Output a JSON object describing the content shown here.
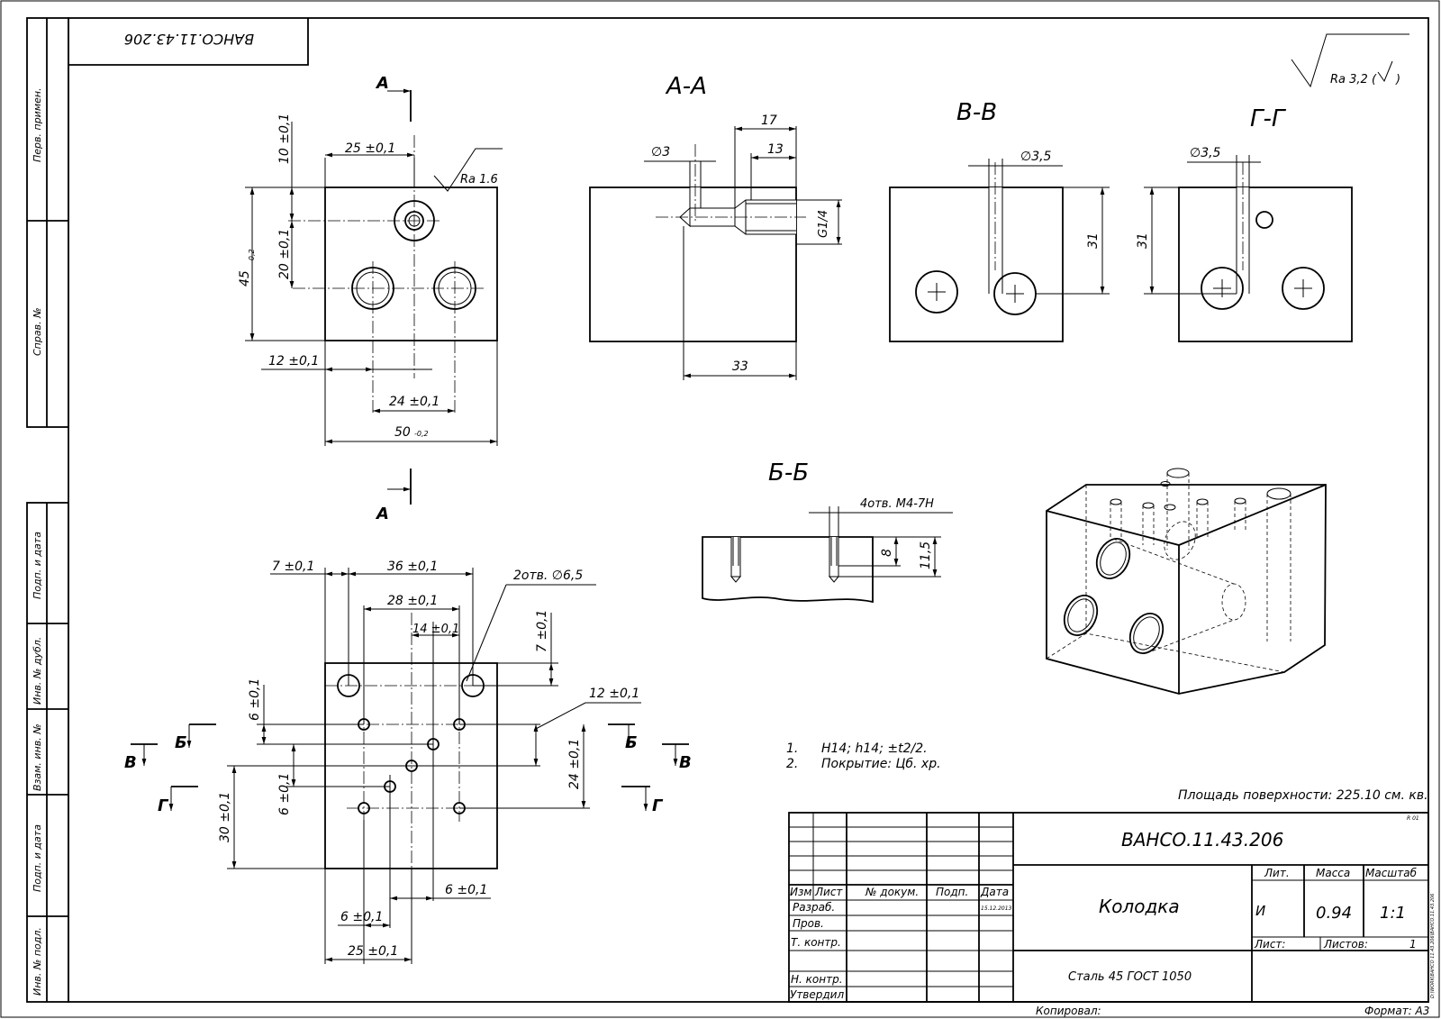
{
  "stamp": {
    "designation": "ВАНСО.11.43.206",
    "designation_mirrored": "ВАНСО.11.43.206",
    "name": "Колодка",
    "material": "Сталь 45 ГОСТ 1050",
    "headers": {
      "lit": "Лит.",
      "mass": "Масса",
      "scale": "Масштаб"
    },
    "lit_value": "И",
    "mass_value": "0.94",
    "scale_value": "1:1",
    "sheet_label": "Лист:",
    "sheets_label": "Листов:",
    "sheets_value": "1",
    "cols": {
      "izm": "Изм",
      "list": "Лист",
      "doc": "№ докум.",
      "sign": "Подп.",
      "date": "Дата"
    },
    "roles": [
      "Разраб.",
      "Пров.",
      "Т. контр.",
      "Н. контр.",
      "Утвердил"
    ],
    "date_value": "15.12.2013",
    "revision": "R 01",
    "copied": "Копировал:",
    "format": "Формат: А3"
  },
  "side_labels": [
    "Перв. примен.",
    "Справ. №",
    "Подп. и дата",
    "Инв. № дубл.",
    "Взам. инв. №",
    "Подп. и дата",
    "Инв. № подл."
  ],
  "roughness": {
    "global": "Ra 3,2 (",
    "global_close": ")",
    "surface": "Ra 1.6"
  },
  "section_titles": {
    "aa": "А-А",
    "vv": "В-В",
    "gg": "Г-Г",
    "bb": "Б-Б"
  },
  "cut_letters": {
    "a": "А",
    "b": "Б",
    "v": "В",
    "g": "Г"
  },
  "dims_top": {
    "d25": "25 ±0,1",
    "d10": "10 ±0,1",
    "d20": "20 ±0,1",
    "d45": "45",
    "d45tol": "-0,2",
    "d12": "12 ±0,1",
    "d24": "24 ±0,1",
    "d50": "50",
    "d50tol": "-0,2"
  },
  "dims_aa": {
    "d17": "17",
    "d13": "13",
    "d3": "∅3",
    "g14": "G1/4",
    "d33": "33"
  },
  "dims_vv": {
    "d35": "∅3,5",
    "d31": "31"
  },
  "dims_gg": {
    "d35": "∅3,5",
    "d31": "31"
  },
  "dims_bb": {
    "holes": "4отв. М4-7Н",
    "d8": "8",
    "d115": "11,5"
  },
  "dims_bottom": {
    "d7": "7 ±0,1",
    "d36": "36 ±0,1",
    "holes2": "2отв.  ∅6,5",
    "d28": "28 ±0,1",
    "d14": "14 ±0,1",
    "d7v": "7 ±0,1",
    "d12": "12 ±0,1",
    "d6a": "6 ±0,1",
    "d24": "24 ±0,1",
    "d30": "30 ±0,1",
    "d6b": "6 ±0,1",
    "d6c": "6 ±0,1",
    "d6d": "6 ±0,1",
    "d25": "25 ±0,1"
  },
  "notes": [
    "1.",
    "H14; h14; ±t2/2.",
    "2.",
    "Покрытие: Цб. хр."
  ],
  "area_note": "Площадь поверхности: 225.10 см. кв.",
  "side_path_text": "D:\\WORK\\ВАНСО 11.43.206\\ВАНСО.11.43.206"
}
